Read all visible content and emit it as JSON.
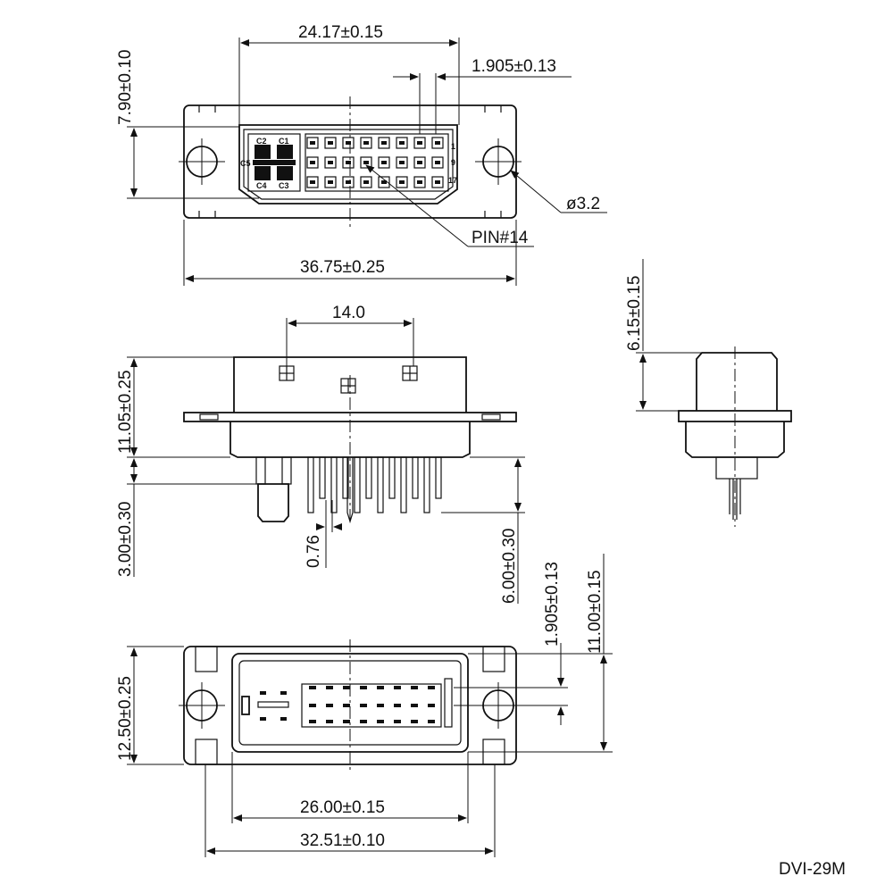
{
  "part_name": "DVI-29M",
  "front_view": {
    "dims": {
      "pitch_row": "24.17±0.15",
      "pin_pitch": "1.905±0.13",
      "height": "7.90±0.10",
      "hole": "ø3.2",
      "pin_callout": "PIN#14",
      "overall_width": "36.75±0.25"
    },
    "contact_labels": [
      "C1",
      "C2",
      "C3",
      "C4",
      "C5"
    ],
    "row_labels": [
      "1",
      "9",
      "17"
    ]
  },
  "side_view": {
    "dims": {
      "post_spacing": "14.0",
      "shell_height": "11.05±0.25",
      "tail_short": "3.00±0.30",
      "pin_dia": "0.76",
      "tail_long": "6.00±0.30"
    }
  },
  "end_view": {
    "dims": {
      "shell_height": "6.15±0.15"
    }
  },
  "bottom_view": {
    "dims": {
      "row_pitch": "1.905±0.13",
      "depth": "11.00±0.15",
      "height": "12.50±0.25",
      "inner_width": "26.00±0.15",
      "hole_spacing": "32.51±0.10"
    }
  }
}
